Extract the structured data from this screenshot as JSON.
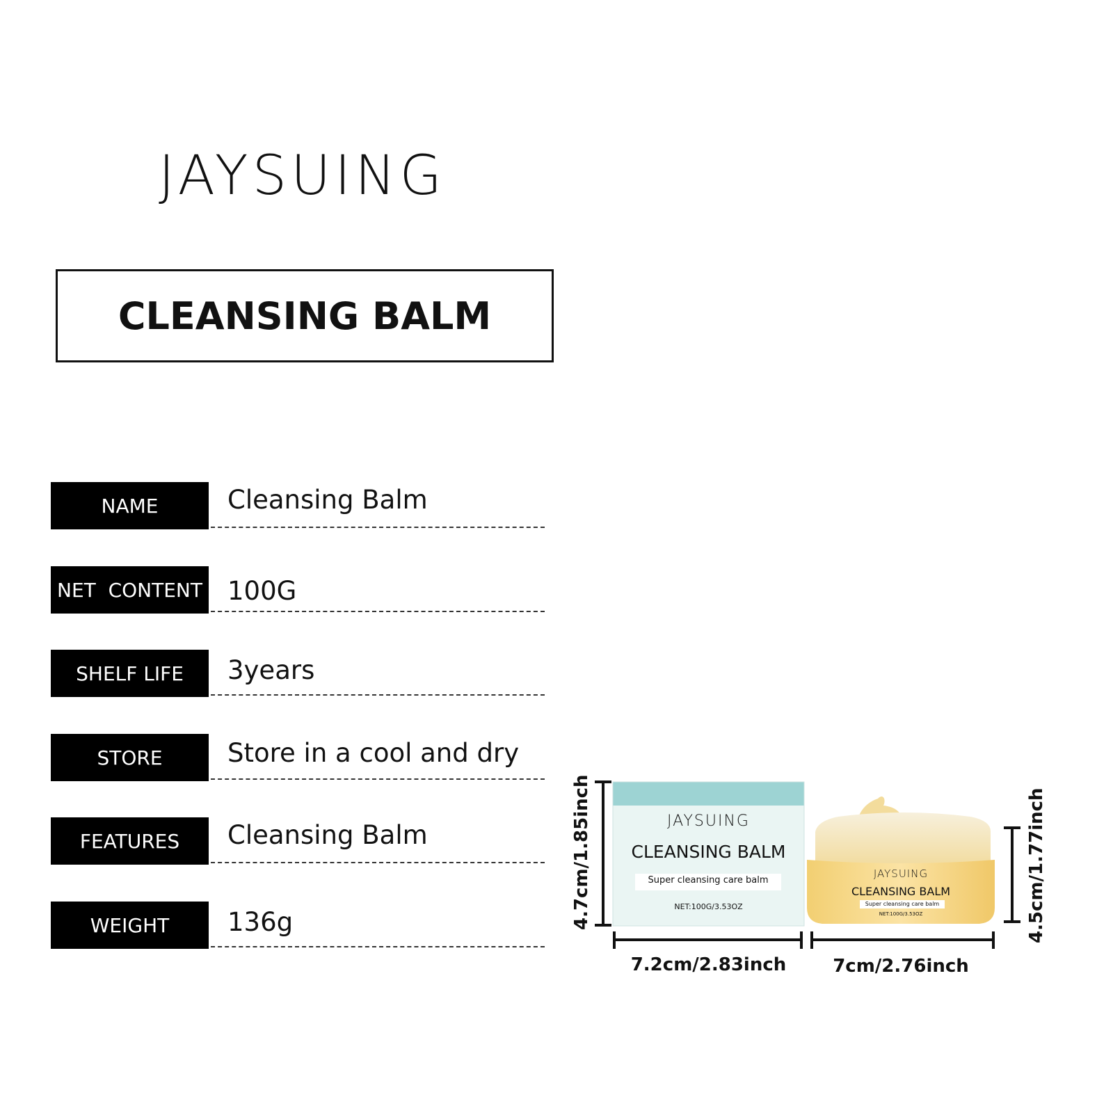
{
  "brand": "JAYSUING",
  "title": "CLEANSING BALM",
  "specs": [
    {
      "label": "NAME",
      "value": "Cleansing Balm"
    },
    {
      "label": "NET  CONTENT",
      "value": "100G"
    },
    {
      "label": "SHELF LIFE",
      "value": "3years"
    },
    {
      "label": "STORE",
      "value": "Store in a cool and dry"
    },
    {
      "label": "FEATURES",
      "value": "Cleansing Balm"
    },
    {
      "label": "WEIGHT",
      "value": "136g"
    }
  ],
  "box_product": {
    "brand": "JAYSUING",
    "name": "CLEANSING BALM",
    "tagline": "Super cleansing care balm",
    "net": "NET:100G/3.53OZ",
    "height": "4.7cm/1.85inch",
    "width": "7.2cm/2.83inch",
    "colors": {
      "top_band": "#9dd3d3",
      "body": "#eaf5f3"
    }
  },
  "jar_product": {
    "brand": "JAYSUING",
    "name": "CLEANSING BALM",
    "tagline": "Super cleansing care balm",
    "net": "NET:100G/3.53OZ",
    "height": "4.5cm/1.77inch",
    "width": "7cm/2.76inch",
    "colors": {
      "jar": "#f7d98a",
      "balm": "#f3dc9c"
    }
  }
}
